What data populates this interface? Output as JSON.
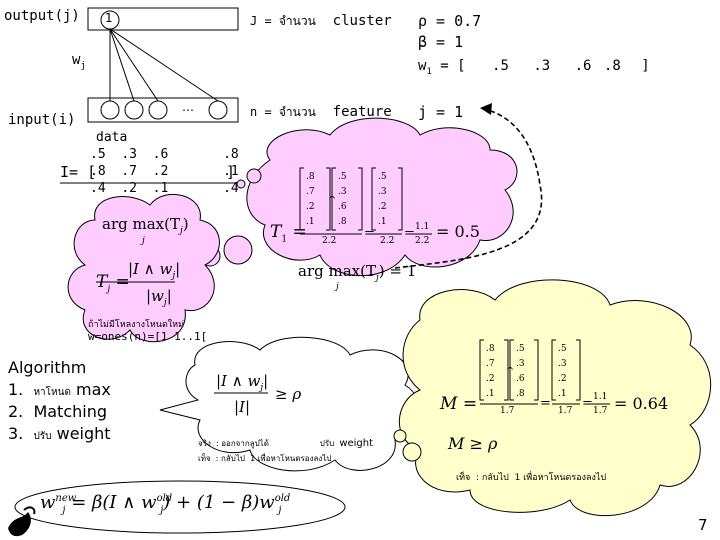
{
  "top": {
    "output_label": "output(j)",
    "output_node": "1",
    "w_label": "w",
    "w_sub": "j",
    "input_label": "input(i)",
    "input_dots": "…",
    "J_text": "J = จำนวน",
    "J_word": "cluster",
    "n_text": "n = จำนวน",
    "n_word": "feature",
    "rho": "ρ = 0.7",
    "beta": "β = 1",
    "w1_label": "w",
    "w1_sub": "1",
    "w1_eq": "= [",
    "w1_values": [
      ".5",
      ".3",
      ".6",
      ".8"
    ],
    "w1_close": "]",
    "j_eq": "j = 1"
  },
  "data": {
    "label": "data",
    "I_label": "I= [",
    "rows": [
      [
        ".5",
        ".3",
        ".6",
        ".8"
      ],
      [
        ".8",
        ".7",
        ".2",
        ".1"
      ],
      [
        ".4",
        ".2",
        ".1",
        ".4"
      ]
    ],
    "close": "]"
  },
  "cloud1": {
    "T1_label": "T",
    "T1_sub": "1",
    "matrix_a": [
      ".8",
      ".7",
      ".2",
      ".1"
    ],
    "matrix_b": [
      ".5",
      ".3",
      ".6",
      ".8"
    ],
    "wedge": "^",
    "result": [
      ".5",
      ".3",
      ".2",
      ".1"
    ],
    "denom1": "2.2",
    "denom2": "2.2",
    "frac_num": "1.1",
    "frac_den": "2.2",
    "equals_val": "= 0.5",
    "argmax_text": "arg max(T",
    "argmax_sub": "j",
    "argmax_tail": ") = 1",
    "argmax_under": "j"
  },
  "cloud2": {
    "argmax_text": "arg max(T",
    "argmax_sub": "j",
    "argmax_under": "j",
    "Tj": "T",
    "Tj_sub": "j",
    "num": "|I ∧ w",
    "num_sub": "j",
    "den": "|w",
    "den_sub": "j",
    "note1": "ถ้าไม่มีโหลงางโหนดใหม่",
    "note2": "w=ones(n)=[1 1..1["
  },
  "algorithm": {
    "title": "Algorithm",
    "steps": [
      {
        "num": "1.",
        "thai": "หาโหนด",
        "word": "max"
      },
      {
        "num": "2.",
        "thai": "",
        "word": "Matching"
      },
      {
        "num": "3.",
        "thai": "ปรับ",
        "word": "weight"
      }
    ]
  },
  "cloud3": {
    "num": "|I ∧ w",
    "num_sub": "j",
    "den": "|I|",
    "cmp": "≥ ρ",
    "line1_a": "จริง",
    "line1_b": ": ออกจากลูปได้",
    "line1_c": "ปรับ",
    "line1_d": "weight",
    "line2_a": "เท็จ",
    "line2_b": ": กลับไป",
    "line2_c": "1 เพื่อหาโหนดรองลงไป"
  },
  "cloud4": {
    "M_label": "M",
    "matrix_a": [
      ".8",
      ".7",
      ".2",
      ".1"
    ],
    "matrix_b": [
      ".5",
      ".3",
      ".6",
      ".8"
    ],
    "wedge": "^",
    "result": [
      ".5",
      ".3",
      ".2",
      ".1"
    ],
    "denom1": "1.7",
    "denom2": "1.7",
    "frac_num": "1.1",
    "frac_den": "1.7",
    "equals_val": "= 0.64",
    "M_geq": "M ≥ ρ",
    "note_a": "เท็จ",
    "note_b": ": กลับไป",
    "note_c": "1 เพื่อหาโหนดรองลงไป"
  },
  "update": {
    "formula": "w",
    "new": "new",
    "rest": "= β(I ∧ w",
    "old1": "old",
    "mid": ") + (1 − β)w",
    "old2": "old",
    "sub": "j"
  },
  "page_number": "7",
  "colors": {
    "cloud_pink": "#ffccff",
    "cloud_green": "#ffffcc",
    "cloud_white": "#ffffff"
  }
}
